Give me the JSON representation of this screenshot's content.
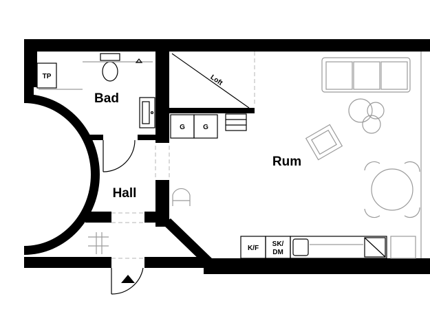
{
  "rooms": {
    "bad": "Bad",
    "hall": "Hall",
    "rum": "Rum",
    "loft": "Loft"
  },
  "fixtures": {
    "tp": "TP",
    "g1": "G",
    "g2": "G",
    "kf": "K/F",
    "skdm_line1": "SK/",
    "skdm_line2": "DM"
  },
  "icons": {
    "entrance": "entrance-arrow-icon"
  },
  "colors": {
    "wall": "#000000",
    "background": "#ffffff",
    "furniture": "#9a9a9a"
  }
}
